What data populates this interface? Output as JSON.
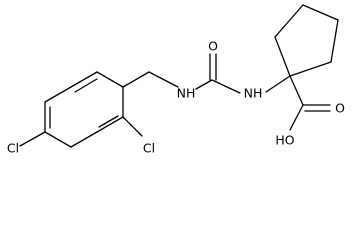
{
  "molecule": {
    "atoms": {
      "cl_left": "Cl",
      "cl_right": "Cl",
      "nh_left": "NH",
      "nh_right": "NH",
      "o_carbonyl": "O",
      "o_acid": "O",
      "oh_acid": "HO"
    }
  },
  "colors": {
    "bond": "#000000",
    "text": "#000000",
    "background": "#ffffff"
  }
}
